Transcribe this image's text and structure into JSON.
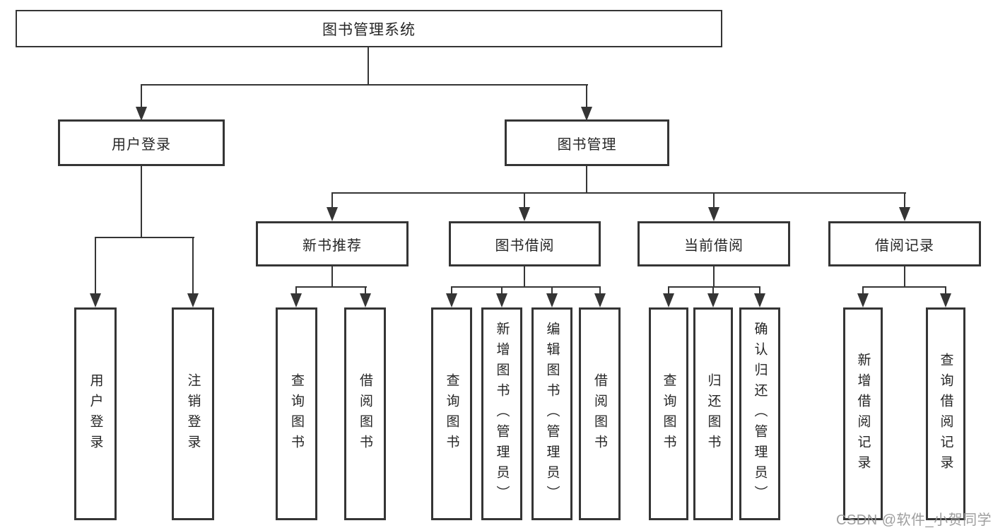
{
  "diagram": {
    "root": {
      "label": "图书管理系统"
    },
    "branches": [
      {
        "label": "用户登录",
        "children": [
          "用户登录",
          "注销登录"
        ]
      },
      {
        "label": "图书管理",
        "sections": [
          {
            "label": "新书推荐",
            "children": [
              "查询图书",
              "借阅图书"
            ]
          },
          {
            "label": "图书借阅",
            "children": [
              "查询图书",
              "新增图书（管理员）",
              "编辑图书（管理员）",
              "借阅图书"
            ]
          },
          {
            "label": "当前借阅",
            "children": [
              "查询图书",
              "归还图书",
              "确认归还（管理员）"
            ]
          },
          {
            "label": "借阅记录",
            "children": [
              "新增借阅记录",
              "查询借阅记录"
            ]
          }
        ]
      }
    ]
  },
  "watermark": {
    "text": "CSDN @软件_小贺同学"
  },
  "colors": {
    "line": "#353535",
    "text": "#262626",
    "background": "#ffffff",
    "watermark": "#949494"
  }
}
